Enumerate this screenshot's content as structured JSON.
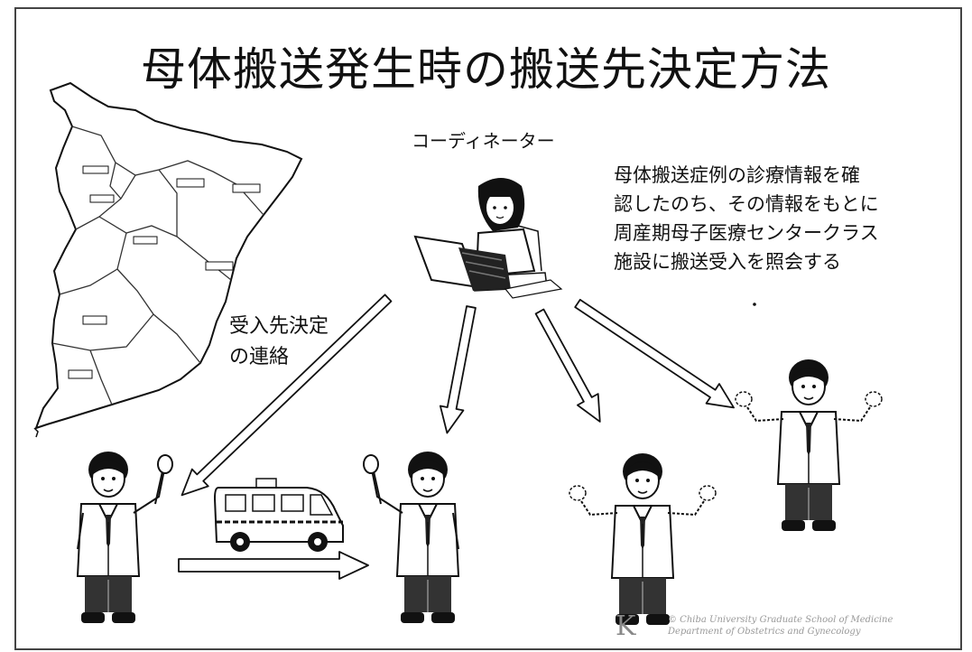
{
  "slide": {
    "title": "母体搬送発生時の搬送先決定方法",
    "coordinator_label": "コーディネーター",
    "description_lines": [
      "母体搬送症例の診療情報を確",
      "認したのち、その情報をもとに",
      "周産期母子医療センタークラス",
      "施設に搬送受入を照会する"
    ],
    "contact_lines": [
      "受入先決定",
      "の連絡"
    ],
    "copyright_lines": [
      "© Chiba University Graduate School of Medicine",
      "Department of Obstetrics and Gynecology"
    ],
    "logo_mark": "K"
  }
}
